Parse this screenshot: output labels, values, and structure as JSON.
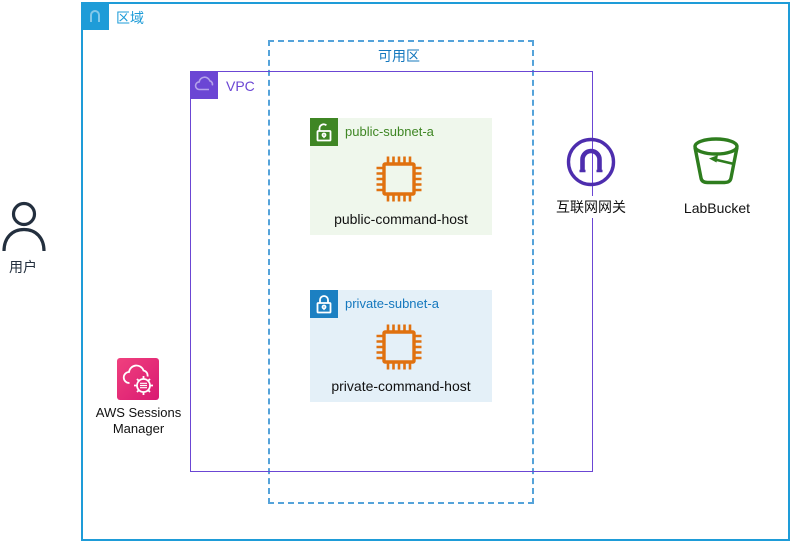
{
  "colors": {
    "region": "#1E9CD8",
    "az-dash": "#55A3DA",
    "az-text": "#1578BE",
    "vpc": "#6B46D4",
    "igw": "#4D2DAE",
    "subnet-public": "#3F8624",
    "subnet-public-bg": "#EFF7EC",
    "subnet-private": "#1C80C2",
    "subnet-private-bg": "#E4F0F8",
    "ec2": "#E0710F",
    "bucket": "#2E7D1E",
    "user": "#232F3E",
    "ssm": "#D91A72",
    "ssm2": "#F0407E"
  },
  "region": {
    "label": "区域"
  },
  "availability_zone": {
    "label": "可用区"
  },
  "vpc": {
    "label": "VPC"
  },
  "public_subnet": {
    "name": "public-subnet-a",
    "host": "public-command-host"
  },
  "private_subnet": {
    "name": "private-subnet-a",
    "host": "private-command-host"
  },
  "internet_gateway": {
    "label": "互联网网关"
  },
  "s3": {
    "label": "LabBucket"
  },
  "user": {
    "label": "用户"
  },
  "sessions_manager": {
    "line1": "AWS Sessions",
    "line2": "Manager"
  }
}
